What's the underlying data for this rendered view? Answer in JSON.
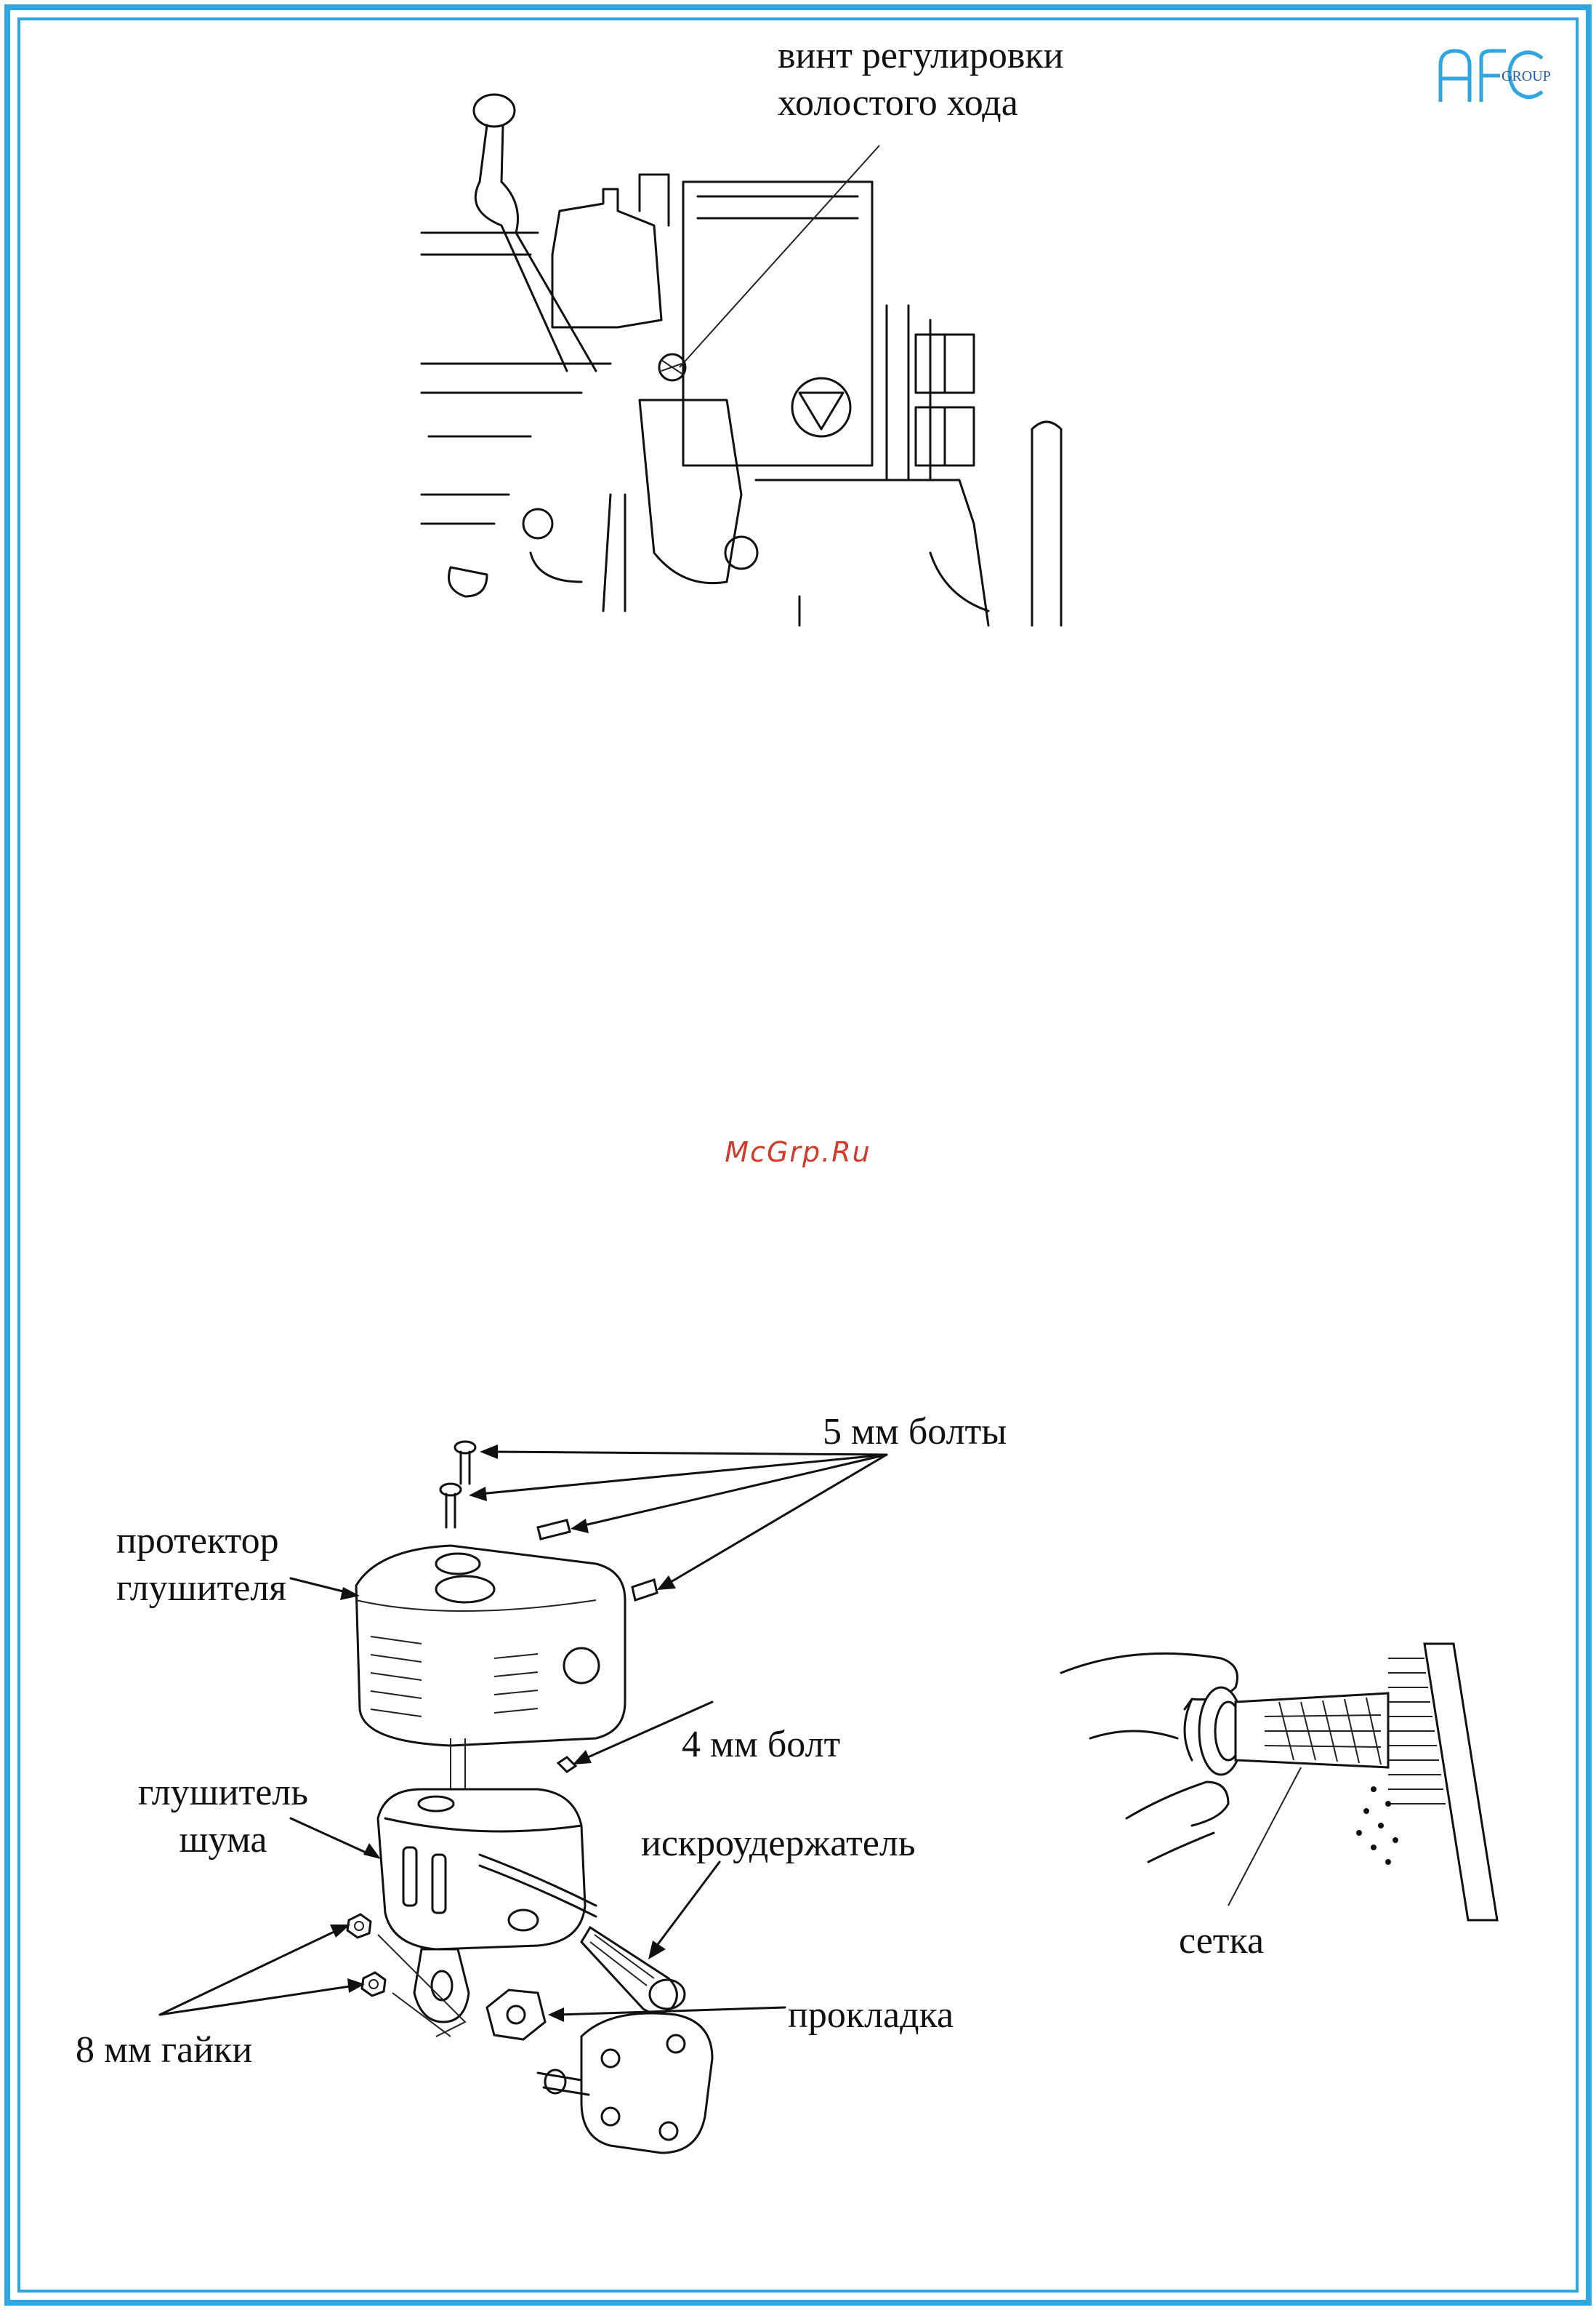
{
  "logo": {
    "text": "GROUP",
    "color": "#1e5ea8"
  },
  "border_color": "#2fa6e0",
  "watermark": "McGrp.Ru",
  "figure1": {
    "callout": "винт регулировки\nхолостого хода"
  },
  "figure2": {
    "labels": {
      "bolts_5mm": "5 мм болты",
      "muffler_protector": "протектор\nглушителя",
      "bolt_4mm": "4 мм болт",
      "muffler": "глушитель\nшума",
      "spark_arrester": "искроудержатель",
      "nuts_8mm": "8 мм гайки",
      "gasket": "прокладка"
    }
  },
  "figure3": {
    "labels": {
      "screen": "сетка"
    }
  }
}
